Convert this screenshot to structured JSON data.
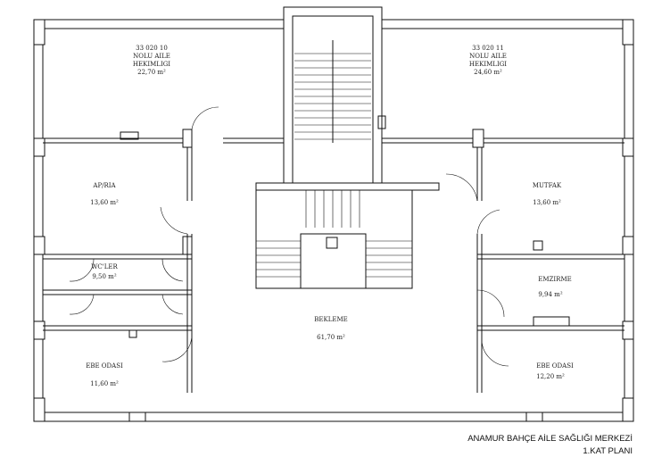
{
  "rooms": [
    {
      "id": "hekimlik-10",
      "lines": [
        "33 020 10",
        "NOLU AILE",
        "HEKIMLIGI"
      ],
      "area": "22,70 m²"
    },
    {
      "id": "hekimlik-11",
      "lines": [
        "33 020 11",
        "NOLU AILE",
        "HEKIMLIGI"
      ],
      "area": "24,60 m²"
    },
    {
      "id": "aparia",
      "name": "AP/RIA",
      "area": "13,60 m²"
    },
    {
      "id": "wcler",
      "name": "WC'LER",
      "area": "9,50 m²"
    },
    {
      "id": "ebe-left",
      "name": "EBE ODASI",
      "area": "11,60 m²"
    },
    {
      "id": "mutfak",
      "name": "MUTFAK",
      "area": "13,60 m²"
    },
    {
      "id": "emzirme",
      "name": "EMZIRME",
      "area": "9,94 m²"
    },
    {
      "id": "ebe-right",
      "name": "EBE ODASI",
      "area": "12,20 m²"
    },
    {
      "id": "bekleme",
      "name": "BEKLEME",
      "area": "61,70 m²"
    }
  ],
  "title": {
    "line1": "ANAMUR BAHÇE  AİLE SAĞLIĞI MERKEZİ",
    "line2": "1.KAT PLANI"
  }
}
